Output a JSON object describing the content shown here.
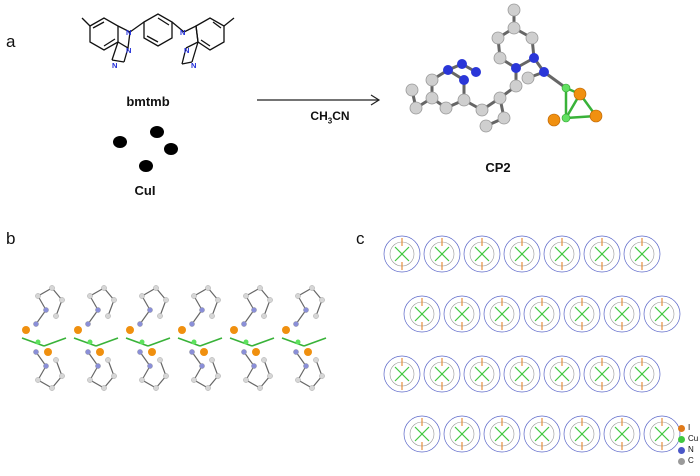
{
  "panels": {
    "a": {
      "label": "a",
      "ligand_name": "bmtmb",
      "salt_name": "CuI",
      "product_name": "CP2",
      "solvent": {
        "main": "CH",
        "sub1": "3",
        "tail": "CN"
      }
    },
    "b": {
      "label": "b"
    },
    "c": {
      "label": "c",
      "legend": [
        {
          "symbol": "I",
          "color": "#e07a1a"
        },
        {
          "symbol": "Cu",
          "color": "#3fc83f"
        },
        {
          "symbol": "N",
          "color": "#4a57c8"
        },
        {
          "symbol": "C",
          "color": "#9a9a9a"
        }
      ]
    }
  },
  "colors": {
    "nitrogen": "#1e2ad8",
    "carbon": "#cfcfcf",
    "copper": "#5ee25e",
    "iodine": "#f0900f",
    "bond": "#555555"
  }
}
